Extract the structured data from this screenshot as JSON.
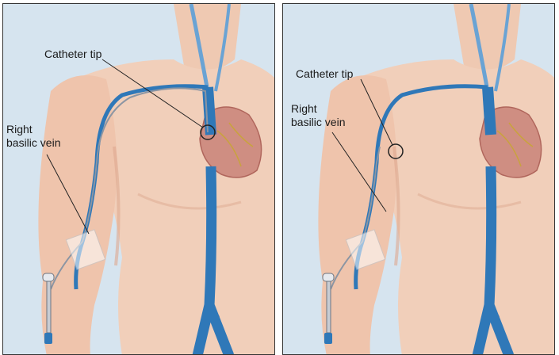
{
  "panels": [
    {
      "labels": {
        "catheter_tip": "Catheter tip",
        "vein": "Right\nbasilic vein"
      }
    },
    {
      "labels": {
        "catheter_tip": "Catheter tip",
        "vein": "Right\nbasilic vein"
      }
    }
  ],
  "colors": {
    "background": "#d6e4ef",
    "skin": "#f1cfba",
    "skin_shadow": "#dea98f",
    "vein": "#2f78b8",
    "vein_light": "#6aa3d4",
    "heart": "#cf8e82",
    "catheter": "#8b95a3",
    "marker": "#222222"
  },
  "icons": [
    "catheter-hub-icon",
    "tip-marker-circle-icon"
  ]
}
